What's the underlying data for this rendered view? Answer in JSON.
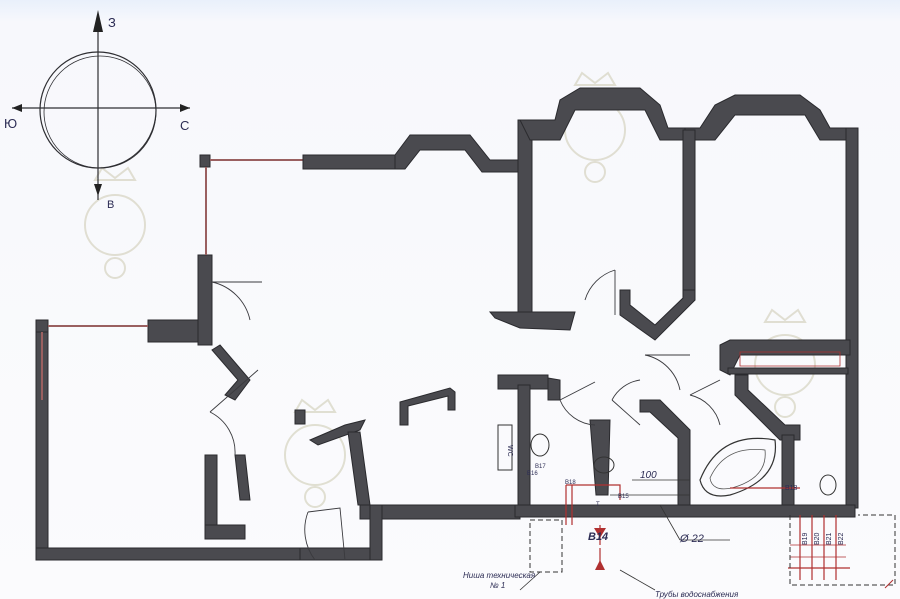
{
  "compass": {
    "north_label": "З",
    "south_label": "В",
    "west_label": "Ю",
    "east_label": "С"
  },
  "pipes": {
    "b14": "В14",
    "b15": "В15",
    "b16": "В16",
    "b17": "В17",
    "b18": "В18",
    "b19": "В19",
    "b20": "В20",
    "b21": "В21",
    "b22": "В22",
    "t": "Т"
  },
  "labels": {
    "wc": "WC",
    "dimension_100": "100",
    "diameter": "Ø 22",
    "niche_line1": "Ниша техническая",
    "niche_line2": "№ 1",
    "water_pipes": "Трубы водоснабжения"
  },
  "colors": {
    "wall": "#4a4a4f",
    "pipe": "#b03030",
    "text": "#2c2c54",
    "watermark": "#d8d6c4"
  }
}
